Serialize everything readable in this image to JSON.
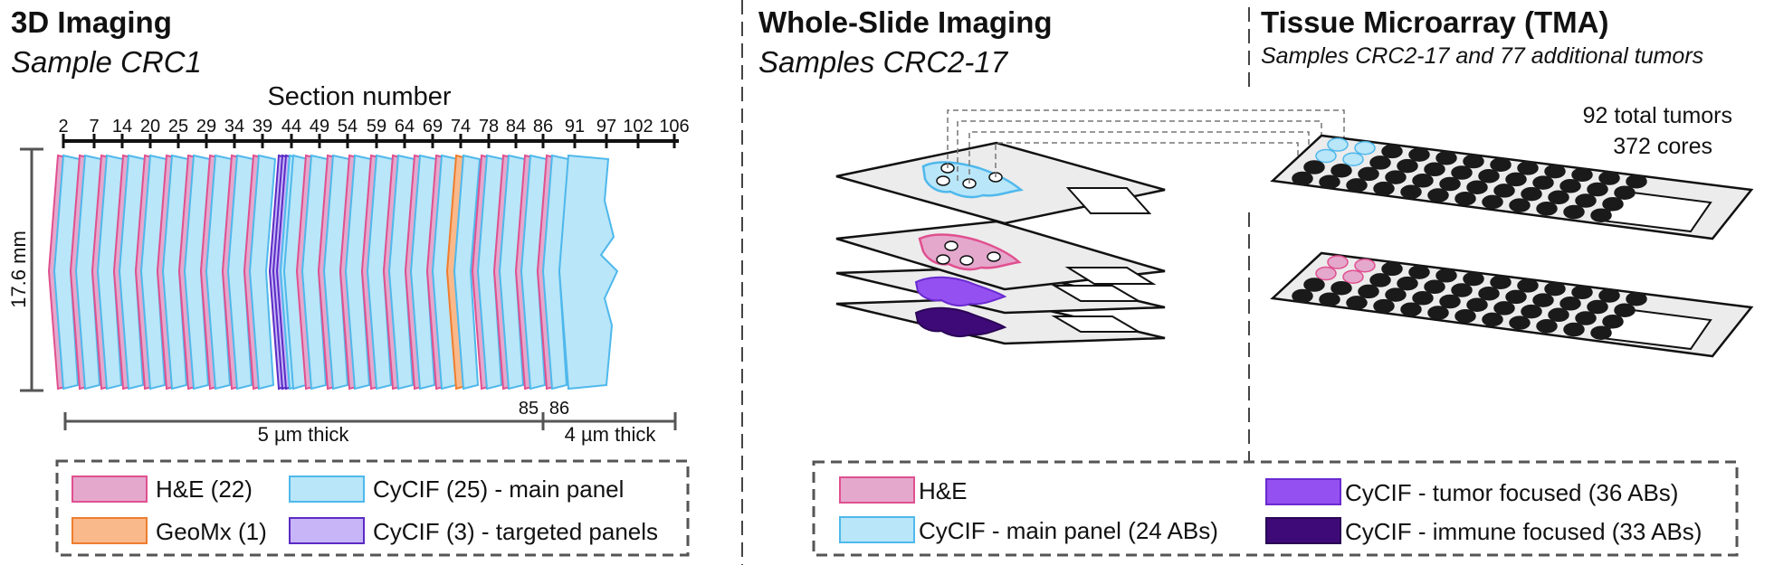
{
  "panels": {
    "imaging3d": {
      "title": "3D Imaging",
      "subtitle": "Sample CRC1"
    },
    "wsi": {
      "title": "Whole-Slide Imaging",
      "subtitle": "Samples CRC2-17"
    },
    "tma": {
      "title": "Tissue Microarray (TMA)",
      "subtitle": "Samples CRC2-17 and 77 additional tumors"
    }
  },
  "section_axis": {
    "label": "Section number",
    "ticks": [
      "2",
      "7",
      "14",
      "20",
      "25",
      "29",
      "34",
      "39",
      "44",
      "49",
      "54",
      "59",
      "64",
      "69",
      "74",
      "78",
      "84",
      "86",
      "91",
      "97",
      "102",
      "106"
    ],
    "lower_ticks": [
      "85",
      "86"
    ],
    "height_label": "17.6 mm",
    "thickness": [
      {
        "label": "5 µm thick"
      },
      {
        "label": "4 µm thick"
      }
    ]
  },
  "legend_3d": [
    {
      "label": "H&E (22)",
      "color": "#e5a8cd",
      "border": "#e0508f"
    },
    {
      "label": "CyCIF (25) - main panel",
      "color": "#b9e6f8",
      "border": "#4fb8ec"
    },
    {
      "label": "GeoMx (1)",
      "color": "#f9b98a",
      "border": "#ef7d2f"
    },
    {
      "label": "CyCIF (3) - targeted panels",
      "color": "#c7b5f7",
      "border": "#5b2bc4"
    }
  ],
  "tma_counts": {
    "tumors": "92 total tumors",
    "cores": "372 cores"
  },
  "legend_wsi": [
    {
      "label": "H&E",
      "color": "#e5a8cd",
      "border": "#e0508f"
    },
    {
      "label": "CyCIF - main panel (24 ABs)",
      "color": "#b9e6f8",
      "border": "#4fb8ec"
    },
    {
      "label": "CyCIF - tumor focused (36 ABs)",
      "color": "#9450f0",
      "border": "#6a2ad0"
    },
    {
      "label": "CyCIF - immune focused (33 ABs)",
      "color": "#3e0a78",
      "border": "#2a0555"
    }
  ]
}
